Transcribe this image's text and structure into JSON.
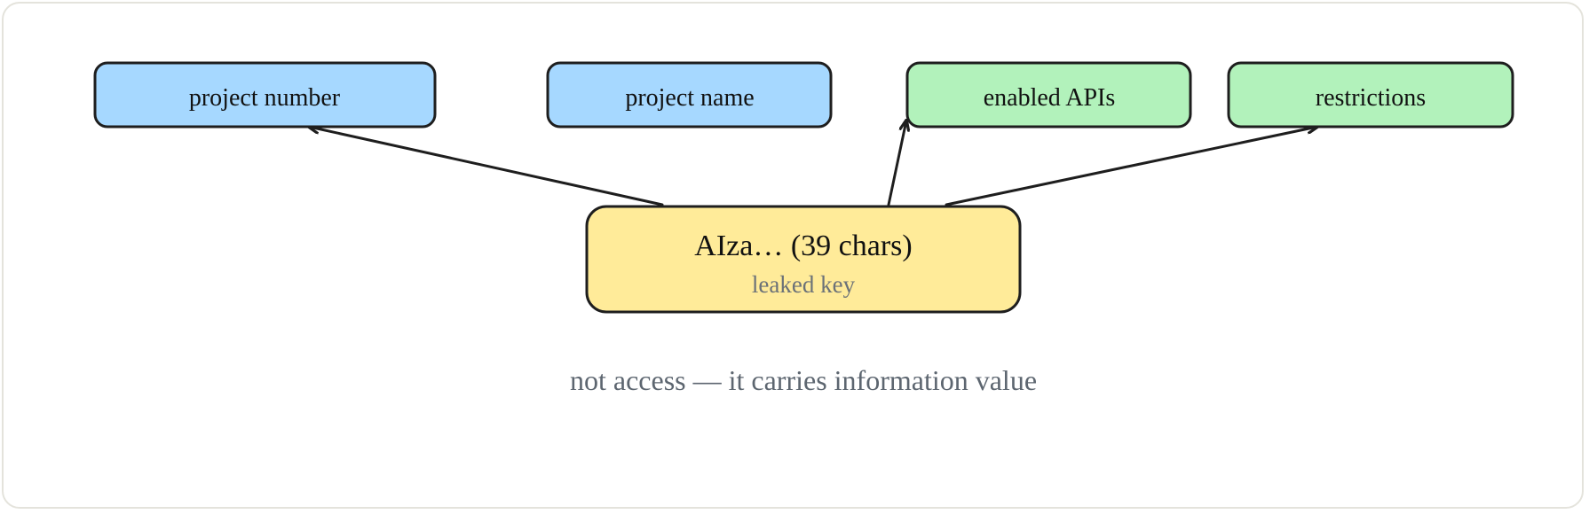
{
  "diagram": {
    "center": {
      "label": "AIza… (39 chars)",
      "sublabel": "leaked key",
      "fill": "#ffeb99"
    },
    "nodes": [
      {
        "id": "project-number",
        "label": "project number",
        "fill": "#a6d8ff"
      },
      {
        "id": "project-name",
        "label": "project name",
        "fill": "#a6d8ff"
      },
      {
        "id": "enabled-apis",
        "label": "enabled APIs",
        "fill": "#b2f2bb"
      },
      {
        "id": "restrictions",
        "label": "restrictions",
        "fill": "#b2f2bb"
      }
    ],
    "edges": [
      {
        "from": "center",
        "to": "project-number"
      },
      {
        "from": "center",
        "to": "enabled-apis"
      },
      {
        "from": "center",
        "to": "restrictions"
      }
    ],
    "caption": "not access — it carries information value",
    "stroke_color": "#1e1e1e"
  }
}
